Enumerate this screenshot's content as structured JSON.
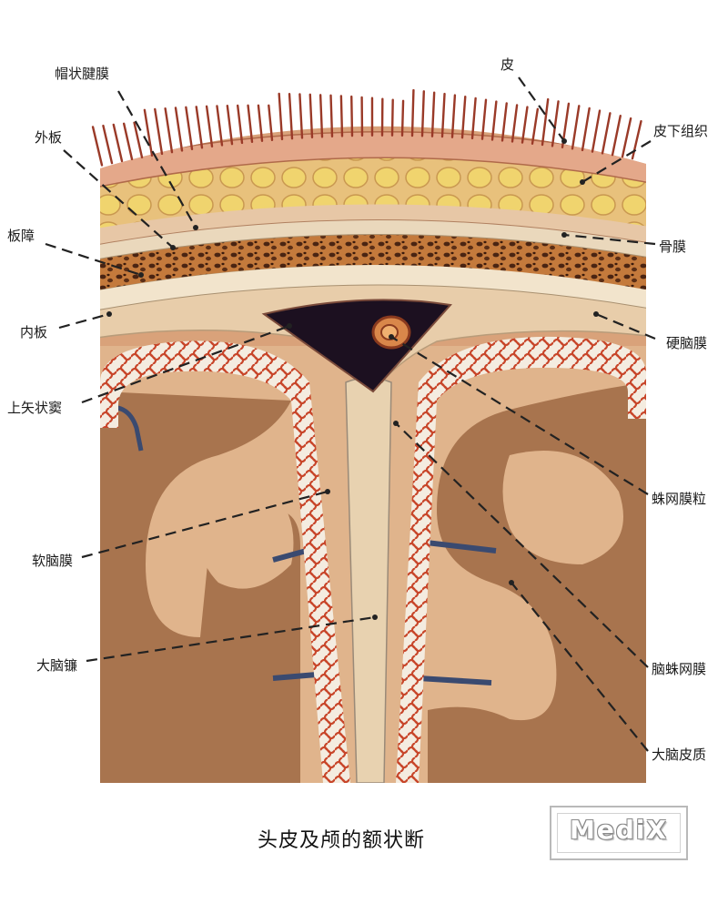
{
  "caption": "头皮及颅的额状断",
  "watermark": "MediX",
  "labels": {
    "galea": "帽状腱膜",
    "skin": "皮",
    "outer_table": "外板",
    "subcutaneous": "皮下组织",
    "diploe": "板障",
    "periosteum": "骨膜",
    "inner_table": "内板",
    "dura": "硬脑膜",
    "sinus": "上矢状窦",
    "granulation": "蛛网膜粒",
    "pia": "软脑膜",
    "falx": "大脑镰",
    "arachnoid": "脑蛛网膜",
    "cortex": "大脑皮质"
  },
  "colors": {
    "scalp_base": "#e6b48a",
    "fat": "#eccf6c",
    "bone": "#6a3a1e",
    "dura": "#e8cdaa",
    "sinus": "#1c1020",
    "vessel": "#c8462a",
    "cortex": "#a8744e",
    "white_matter": "#e0b48c"
  }
}
